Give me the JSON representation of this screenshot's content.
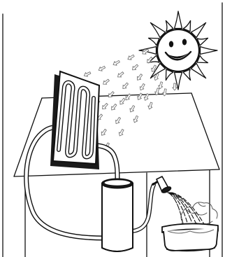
{
  "colors": {
    "background": "#ffffff",
    "ink": "#111111",
    "shadow": "#1a1a1a",
    "ray_fill": "#ffffff"
  },
  "icons": {
    "sun": "sun-with-smiling-face",
    "collector": "solar-collector-panel",
    "tank": "storage-tank",
    "shower": "shower-head",
    "bathtub": "bathtub",
    "steam": "steam-cloud",
    "rays": "sun-ray-arrows"
  }
}
